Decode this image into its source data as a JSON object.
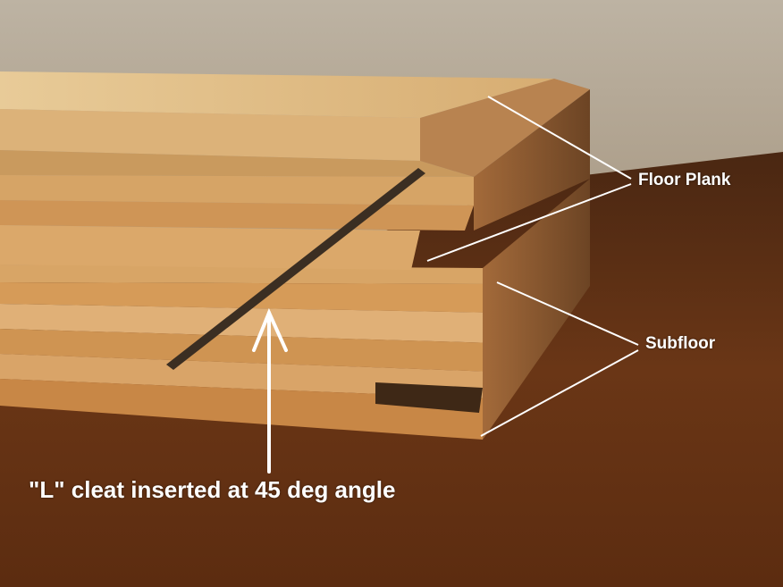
{
  "labels": {
    "floor_plank": "Floor Plank",
    "subfloor": "Subfloor",
    "cleat": "\"L\" cleat inserted at 45 deg angle"
  },
  "colors": {
    "wall": "#c9bca6",
    "table": "#5a2d12",
    "plank_top": "#e1c08a",
    "plank_edge": "#c98f4c",
    "subfloor_layer": "#d9a86a",
    "cleat": "#3b2e22",
    "annotation": "#ffffff"
  }
}
